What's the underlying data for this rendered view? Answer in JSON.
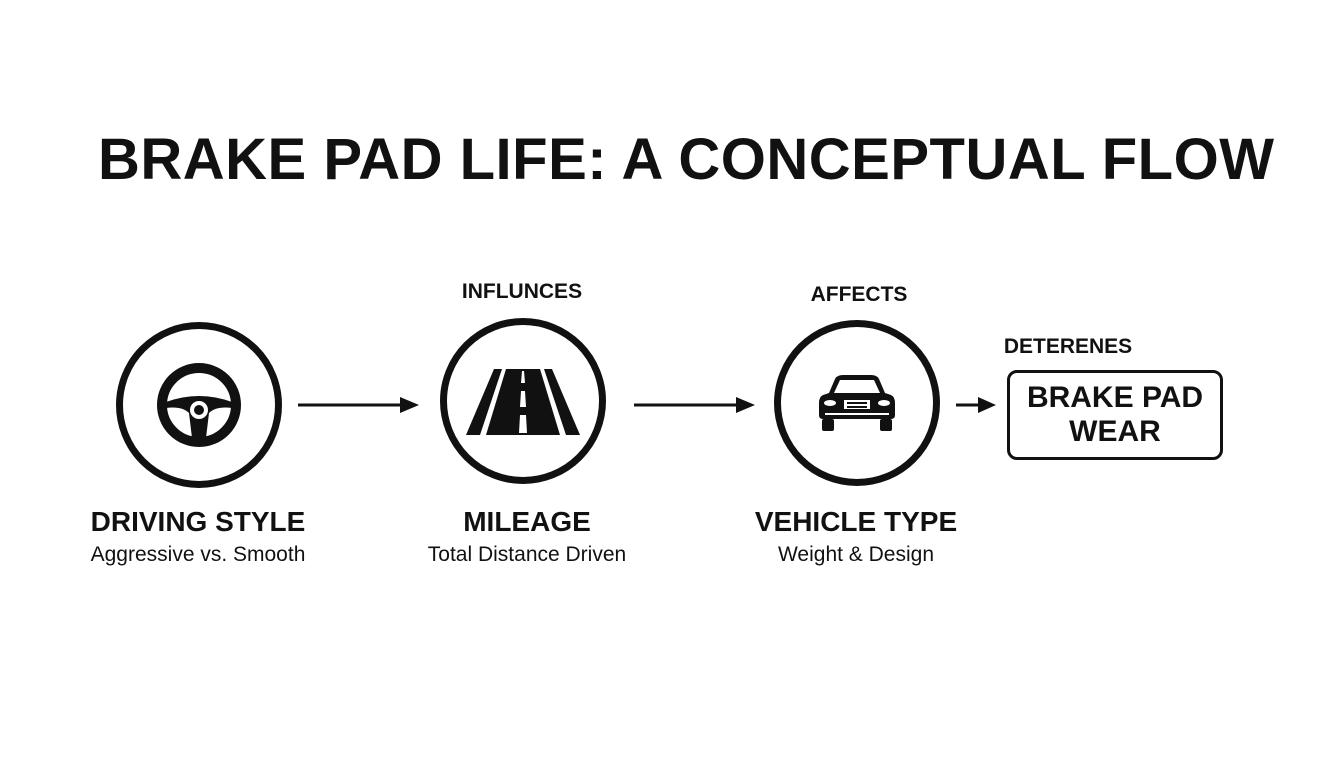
{
  "title": "BRAKE PAD LIFE: A CONCEPTUAL FLOW",
  "nodes": [
    {
      "id": "driving-style",
      "label": "DRIVING STYLE",
      "sublabel": "Aggressive vs. Smooth",
      "icon": "steering-wheel-icon"
    },
    {
      "id": "mileage",
      "label": "MILEAGE",
      "sublabel": "Total Distance Driven",
      "icon": "road-icon"
    },
    {
      "id": "vehicle-type",
      "label": "VEHICLE TYPE",
      "sublabel": "Weight & Design",
      "icon": "car-icon"
    }
  ],
  "edges": [
    {
      "from": "driving-style",
      "to": "mileage",
      "label": "INFLUNCES"
    },
    {
      "from": "mileage",
      "to": "vehicle-type",
      "label": "AFFECTS"
    },
    {
      "from": "vehicle-type",
      "to": "brake-pad-wear",
      "label": "DETERENES"
    }
  ],
  "result": {
    "id": "brake-pad-wear",
    "label": "BRAKE PAD WEAR"
  },
  "colors": {
    "ink": "#111111",
    "background": "#ffffff"
  }
}
